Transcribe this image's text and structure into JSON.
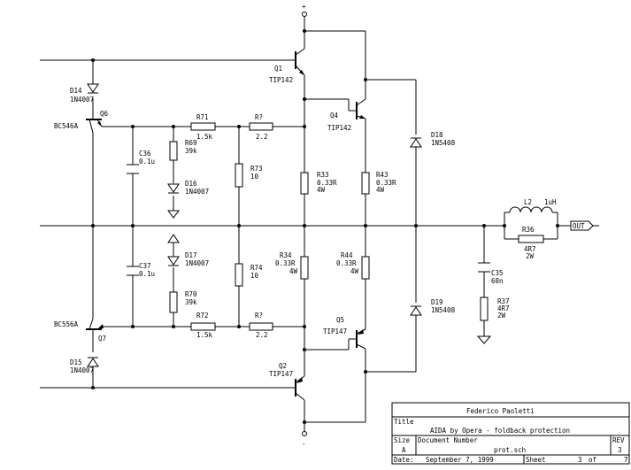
{
  "schematic": {
    "rails": {
      "positive": "+",
      "negative": "-"
    },
    "transistors": {
      "q1": {
        "ref": "Q1",
        "part": "TIP142"
      },
      "q4": {
        "ref": "Q4",
        "part": "TIP142"
      },
      "q6": {
        "ref": "Q6",
        "part": "BC546A"
      },
      "q2": {
        "ref": "Q2",
        "part": "TIP147"
      },
      "q5": {
        "ref": "Q5",
        "part": "TIP147"
      },
      "q7": {
        "ref": "Q7",
        "part": "BC556A"
      }
    },
    "diodes": {
      "d14": {
        "ref": "D14",
        "part": "1N4007"
      },
      "d15": {
        "ref": "D15",
        "part": "1N4007"
      },
      "d16": {
        "ref": "D16",
        "part": "1N4007"
      },
      "d17": {
        "ref": "D17",
        "part": "1N4007"
      },
      "d18": {
        "ref": "D18",
        "part": "1N5408"
      },
      "d19": {
        "ref": "D19",
        "part": "1N5408"
      }
    },
    "resistors": {
      "r71": {
        "ref": "R71",
        "value": "1.5k"
      },
      "r72": {
        "ref": "R72",
        "value": "1.5k"
      },
      "r7a": {
        "ref": "R?",
        "value": "2.2"
      },
      "r7b": {
        "ref": "R?",
        "value": "2.2"
      },
      "r69": {
        "ref": "R69",
        "value": "39k"
      },
      "r70": {
        "ref": "R70",
        "value": "39k"
      },
      "r73": {
        "ref": "R73",
        "value": "10"
      },
      "r74": {
        "ref": "R74",
        "value": "10"
      },
      "r33": {
        "ref": "R33",
        "value": "0.33R",
        "power": "4W"
      },
      "r34": {
        "ref": "R34",
        "value": "0.33R",
        "power": "4W"
      },
      "r43": {
        "ref": "R43",
        "value": "0.33R",
        "power": "4W"
      },
      "r44": {
        "ref": "R44",
        "value": "0.33R",
        "power": "4W"
      },
      "r36": {
        "ref": "R36",
        "value": "4R7",
        "power": "2W"
      },
      "r37": {
        "ref": "R37",
        "value": "4R7",
        "power": "2W"
      }
    },
    "capacitors": {
      "c36": {
        "ref": "C36",
        "value": "0.1u"
      },
      "c37": {
        "ref": "C37",
        "value": "0.1u"
      },
      "c35": {
        "ref": "C35",
        "value": "68n"
      }
    },
    "inductor": {
      "ref": "L2",
      "value": "1uH"
    },
    "output_port": "OUT"
  },
  "title_block": {
    "author": "Federico Paoletti",
    "title_label": "Title",
    "title": "AIDA by Opera - foldback protection",
    "size_label": "Size",
    "size": "A",
    "docnum_label": "Document Number",
    "docnum": "prot.sch",
    "rev_label": "REV",
    "rev": "3",
    "date_label": "Date:",
    "date": "September  7, 1999",
    "sheet_label": "Sheet",
    "sheet": "3",
    "of_label": "of",
    "sheet_total": "7"
  }
}
